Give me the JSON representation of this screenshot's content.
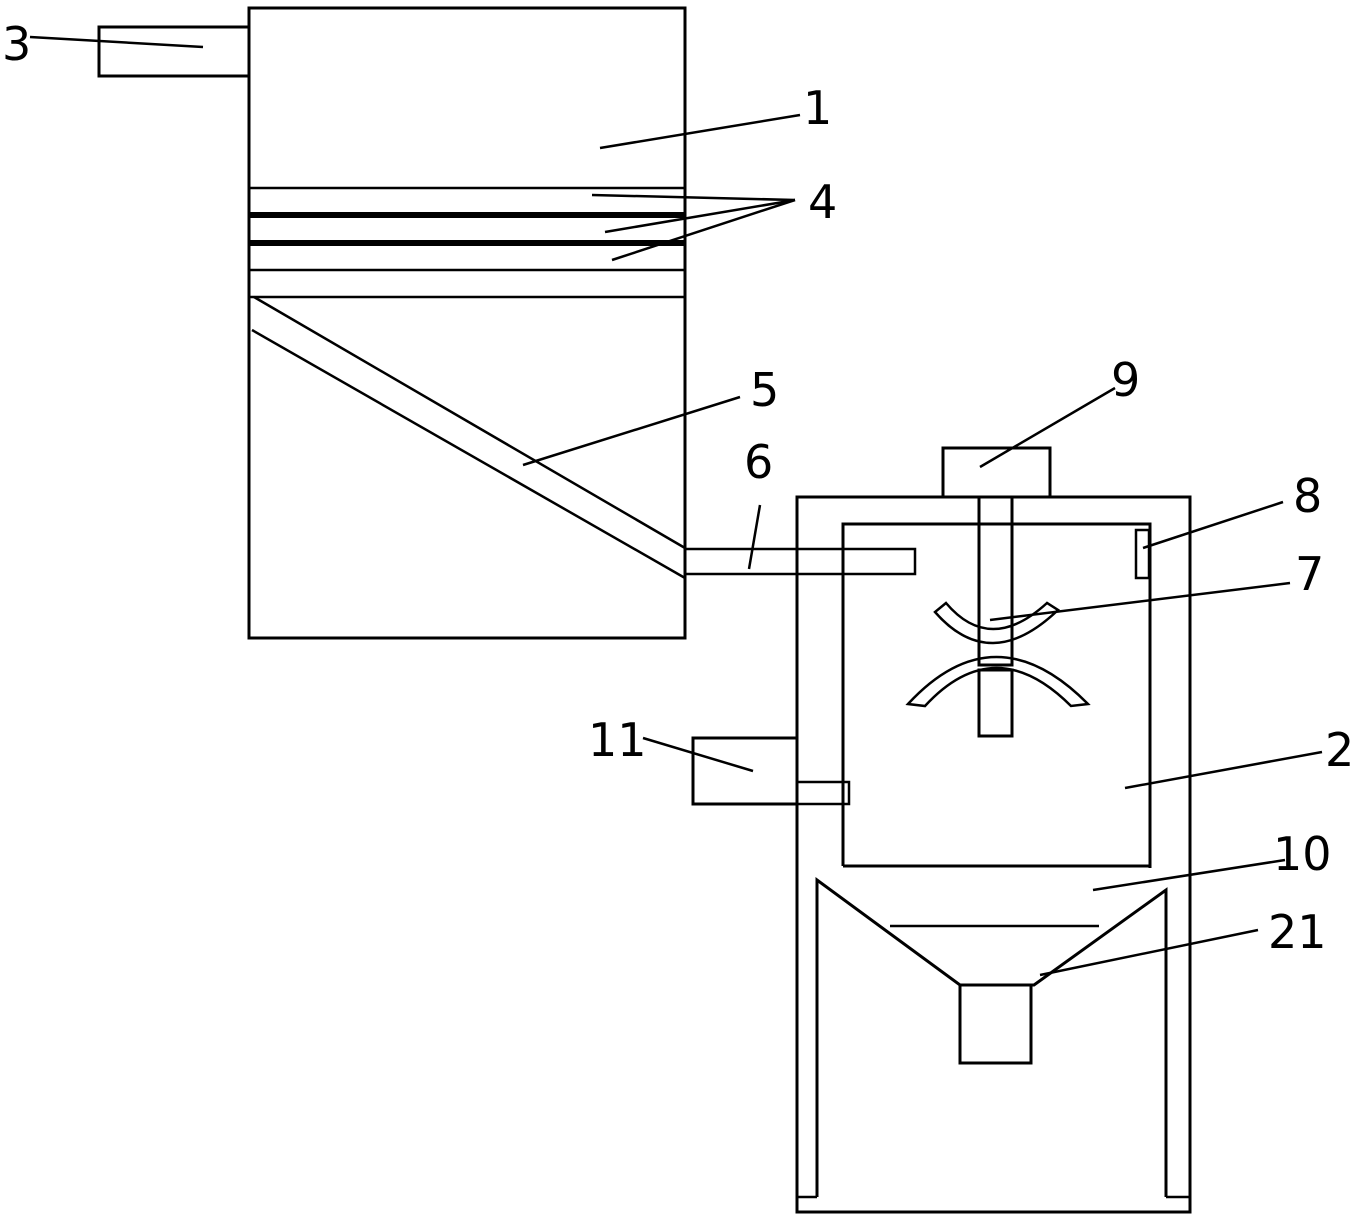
{
  "labels": {
    "l1": "1",
    "l2": "2",
    "l3": "3",
    "l4": "4",
    "l5": "5",
    "l6": "6",
    "l7": "7",
    "l8": "8",
    "l9": "9",
    "l10": "10",
    "l11": "11",
    "l21": "21"
  }
}
